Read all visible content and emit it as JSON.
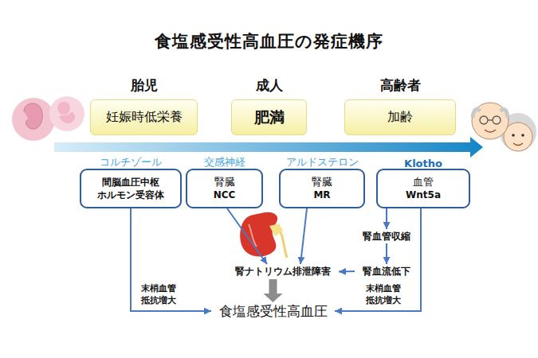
{
  "diagram": {
    "title": "食塩感受性高血圧の発症機序",
    "nodes": [
      {
        "text": [
          "胎児",
          "妊娠時低栄養"
        ]
      },
      {
        "text": [
          "成人",
          "肥満"
        ]
      },
      {
        "text": [
          "高齢者",
          "加齢"
        ]
      },
      {
        "text": [
          "コルチゾール",
          "間脳血圧中枢 ホルモン受容体"
        ]
      },
      {
        "text": [
          "交感神経",
          "腎臓",
          "NCC"
        ]
      },
      {
        "text": [
          "アルドステロン",
          "腎臓",
          "MR"
        ]
      },
      {
        "text": [
          "Klotho",
          "血管",
          "Wnt5a"
        ]
      },
      {
        "text": [
          "腎血管収縮"
        ]
      },
      {
        "text": [
          "腎ナトリウム排泄障害"
        ]
      },
      {
        "text": [
          "腎血流低下"
        ]
      },
      {
        "text": [
          "食塩感受性高血圧"
        ]
      }
    ],
    "edges": [
      {
        "from": 3,
        "to": 10,
        "label": "末梢血管 抵抗増大",
        "arrow": "to"
      },
      {
        "from": 4,
        "to": 8,
        "arrow": "to"
      },
      {
        "from": 5,
        "to": 8,
        "arrow": "to"
      },
      {
        "from": 6,
        "to": 7,
        "arrow": "to"
      },
      {
        "from": 7,
        "to": 9,
        "arrow": "to"
      },
      {
        "from": 9,
        "to": 8,
        "arrow": "to"
      },
      {
        "from": 6,
        "to": 10,
        "label": "末梢血管 抵抗増大",
        "arrow": "to"
      },
      {
        "from": 8,
        "to": 10,
        "arrow": "to"
      }
    ]
  }
}
